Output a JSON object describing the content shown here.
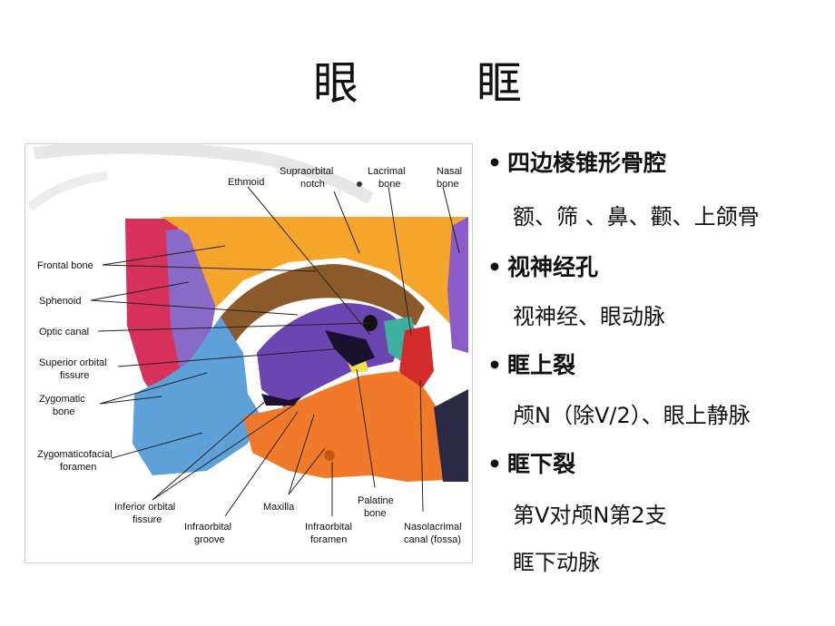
{
  "title": "眼　眶",
  "bullets": [
    {
      "heading": "四边棱锥形骨腔",
      "lines": [
        "额、筛 、鼻、颧、上颌骨"
      ]
    },
    {
      "heading": "视神经孔",
      "lines": [
        "视神经、眼动脉"
      ]
    },
    {
      "heading": "眶上裂",
      "lines": [
        "颅N（除V/2）、眼上静脉"
      ]
    },
    {
      "heading": "眶下裂",
      "lines": [
        "第V对颅N第2支",
        "眶下动脉"
      ]
    }
  ],
  "bullet_symbol": "•",
  "figure": {
    "labels": {
      "ethmoid": "Ethmoid",
      "supraorbital_notch_1": "Supraorbital",
      "supraorbital_notch_2": "notch",
      "lacrimal_1": "Lacrimal",
      "lacrimal_2": "bone",
      "nasal_1": "Nasal",
      "nasal_2": "bone",
      "frontal": "Frontal bone",
      "sphenoid": "Sphenoid",
      "optic": "Optic canal",
      "superior_orbital_1": "Superior orbital",
      "superior_orbital_2": "fissure",
      "zygomatic_1": "Zygomatic",
      "zygomatic_2": "bone",
      "zygomaticofacial_1": "Zygomaticofacial",
      "zygomaticofacial_2": "foramen",
      "inferior_orbital_1": "Inferior orbital",
      "inferior_orbital_2": "fissure",
      "infraorbital_groove_1": "Infraorbital",
      "infraorbital_groove_2": "groove",
      "maxilla": "Maxilla",
      "infraorbital_foramen_1": "Infraorbital",
      "infraorbital_foramen_2": "foramen",
      "palatine_1": "Palatine",
      "palatine_2": "bone",
      "nasolacrimal_1": "Nasolacrimal",
      "nasolacrimal_2": "canal (fossa)"
    },
    "colors": {
      "frontal": "#f5a623",
      "frontal_dark": "#e07a1a",
      "sphenoid": "#7b5fb8",
      "ethmoid": "#6a3fa0",
      "zygomatic": "#5b9bd5",
      "maxilla": "#f07a2a",
      "lacrimal": "#d12a2a",
      "nasal": "#8a5cc4",
      "temporal": "#d83a5a",
      "palatine": "#f5e04a",
      "orbit_roof": "#8a5a2a",
      "teal": "#3aa89a"
    }
  }
}
